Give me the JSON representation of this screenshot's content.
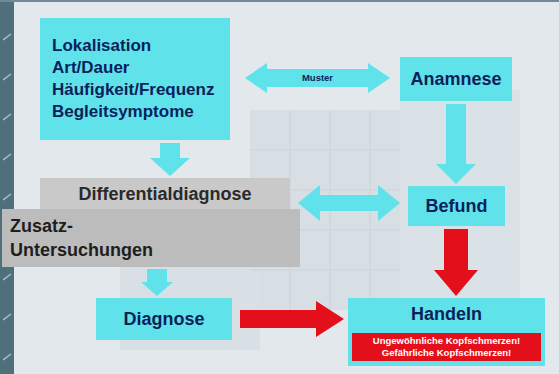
{
  "diagram": {
    "nodes": [
      {
        "text": [
          "Lokalisation",
          "Art/Dauer",
          "Häufigkeit/Frequenz",
          "Begleitsymptome"
        ]
      },
      {
        "text": [
          "Anamnese"
        ]
      },
      {
        "text": [
          "Differentialdiagnose"
        ]
      },
      {
        "text": [
          "Zusatz- Untersuchungen"
        ]
      },
      {
        "text": [
          "Befund"
        ]
      },
      {
        "text": [
          "Diagnose"
        ]
      },
      {
        "text": [
          "Handeln"
        ]
      },
      {
        "text": [
          "Ungewöhnliche Kopfschmerzen! Gefährliche Kopfschmerzen!"
        ],
        "in": 6
      }
    ],
    "edges": [
      {
        "from": 0,
        "to": 1,
        "label": "Muster",
        "arrow": "both"
      },
      {
        "from": 0,
        "to": 2,
        "arrow": "to"
      },
      {
        "from": 1,
        "to": 4,
        "arrow": "to"
      },
      {
        "from": 2,
        "to": 4,
        "arrow": "both"
      },
      {
        "from": 3,
        "to": 5,
        "arrow": "to"
      },
      {
        "from": 4,
        "to": 6,
        "arrow": "to"
      },
      {
        "from": 5,
        "to": 6,
        "arrow": "to"
      }
    ]
  }
}
